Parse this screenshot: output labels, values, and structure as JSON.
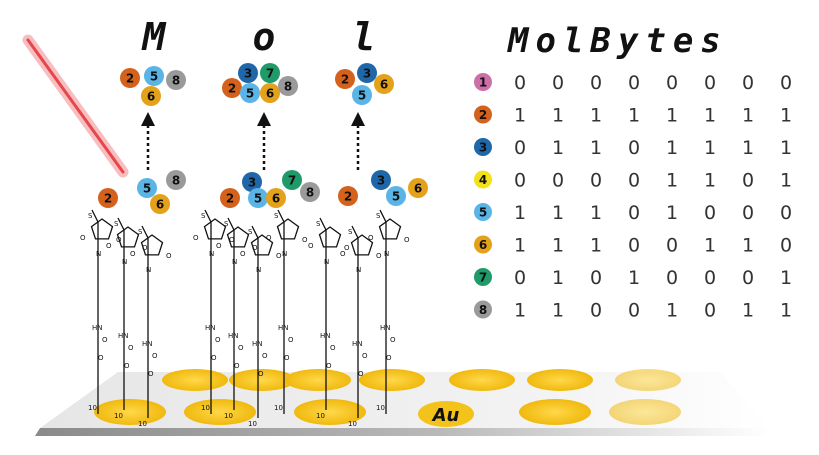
{
  "title": "MolBytes",
  "letters": [
    {
      "char": "M",
      "molecules": [
        2,
        5,
        8,
        6
      ]
    },
    {
      "char": "o",
      "molecules": [
        2,
        3,
        7,
        5,
        6,
        8
      ]
    },
    {
      "char": "l",
      "molecules": [
        2,
        3,
        5,
        6
      ]
    }
  ],
  "molecule_colors": {
    "1": "#cc6fa8",
    "2": "#d4621c",
    "3": "#1f67a8",
    "4": "#f2e21a",
    "5": "#5ab4e6",
    "6": "#e4a11a",
    "7": "#1f9b6a",
    "8": "#9a9a9a"
  },
  "table": [
    {
      "id": "1",
      "bits": [
        "0",
        "0",
        "0",
        "0",
        "0",
        "0",
        "0",
        "0"
      ]
    },
    {
      "id": "2",
      "bits": [
        "1",
        "1",
        "1",
        "1",
        "1",
        "1",
        "1",
        "1"
      ]
    },
    {
      "id": "3",
      "bits": [
        "0",
        "1",
        "1",
        "0",
        "1",
        "1",
        "1",
        "1"
      ]
    },
    {
      "id": "4",
      "bits": [
        "0",
        "0",
        "0",
        "0",
        "1",
        "1",
        "0",
        "1"
      ]
    },
    {
      "id": "5",
      "bits": [
        "1",
        "1",
        "1",
        "0",
        "1",
        "0",
        "0",
        "0"
      ]
    },
    {
      "id": "6",
      "bits": [
        "1",
        "1",
        "1",
        "0",
        "0",
        "1",
        "1",
        "0"
      ]
    },
    {
      "id": "7",
      "bits": [
        "0",
        "1",
        "0",
        "1",
        "0",
        "0",
        "0",
        "1"
      ]
    },
    {
      "id": "8",
      "bits": [
        "1",
        "1",
        "0",
        "0",
        "1",
        "0",
        "1",
        "1"
      ]
    }
  ],
  "surface_label": "Au",
  "laser_color": "#e8454c",
  "gold_color": "#f3c21b"
}
